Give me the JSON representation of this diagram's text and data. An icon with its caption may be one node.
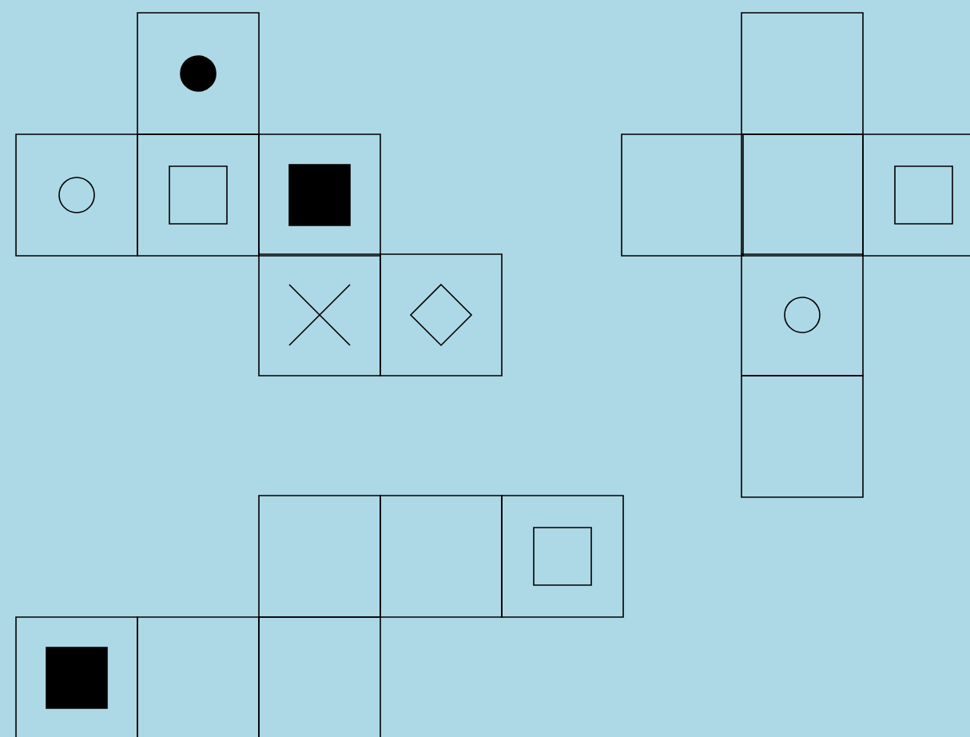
{
  "diagram": {
    "nodes": [
      {
        "text": [],
        "shape": "box"
      },
      {
        "text": [],
        "shape": "dot",
        "in": 0
      },
      {
        "text": [],
        "shape": "box"
      },
      {
        "text": [],
        "shape": "box"
      },
      {
        "text": [],
        "shape": "circle",
        "in": 3
      },
      {
        "text": [],
        "shape": "box"
      },
      {
        "text": [],
        "shape": "box",
        "in": 5
      },
      {
        "text": [],
        "shape": "box"
      },
      {
        "text": [],
        "shape": "block",
        "in": 7
      },
      {
        "text": [],
        "shape": "box"
      },
      {
        "text": [],
        "shape": "box"
      },
      {
        "text": [],
        "shape": "box"
      },
      {
        "text": [],
        "shape": "box",
        "in": 11
      },
      {
        "text": [],
        "shape": "box"
      },
      {
        "text": [],
        "shape": "cross",
        "in": 13
      },
      {
        "text": [],
        "shape": "box"
      },
      {
        "text": [],
        "shape": "diamond",
        "in": 15
      },
      {
        "text": [],
        "shape": "box"
      },
      {
        "text": [],
        "shape": "circle",
        "in": 17
      },
      {
        "text": [],
        "shape": "box"
      },
      {
        "text": [],
        "shape": "box"
      },
      {
        "text": [],
        "shape": "box"
      },
      {
        "text": [],
        "shape": "box"
      },
      {
        "text": [],
        "shape": "box",
        "in": 22
      },
      {
        "text": [],
        "shape": "box"
      },
      {
        "text": [],
        "shape": "block",
        "in": 24
      },
      {
        "text": [],
        "shape": "box"
      },
      {
        "text": [],
        "shape": "box"
      }
    ]
  }
}
